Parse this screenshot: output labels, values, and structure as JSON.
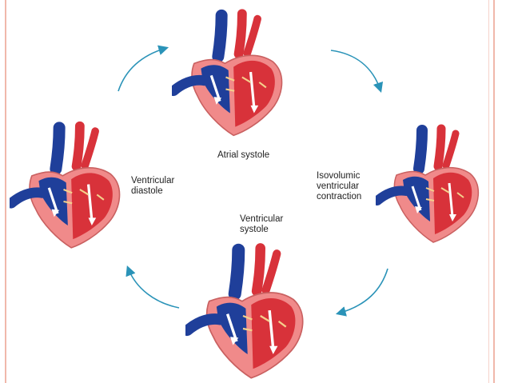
{
  "diagram": {
    "stages": [
      {
        "id": "atrial-systole",
        "lines": [
          "Atrial systole"
        ]
      },
      {
        "id": "isovolumic-contraction",
        "lines": [
          "Isovolumic",
          "ventricular",
          "contraction"
        ]
      },
      {
        "id": "ventricular-systole",
        "lines": [
          "Ventricular",
          "systole"
        ]
      },
      {
        "id": "ventricular-diastole",
        "lines": [
          "Ventricular",
          "diastole"
        ]
      }
    ]
  },
  "colors": {
    "deoxygenated_blue": "#1f3f9a",
    "oxygenated_red": "#d8323a",
    "heart_pink": "#f08a8a",
    "cycle_arrow": "#2a93b8",
    "frame_line": "#f0b8ab"
  }
}
